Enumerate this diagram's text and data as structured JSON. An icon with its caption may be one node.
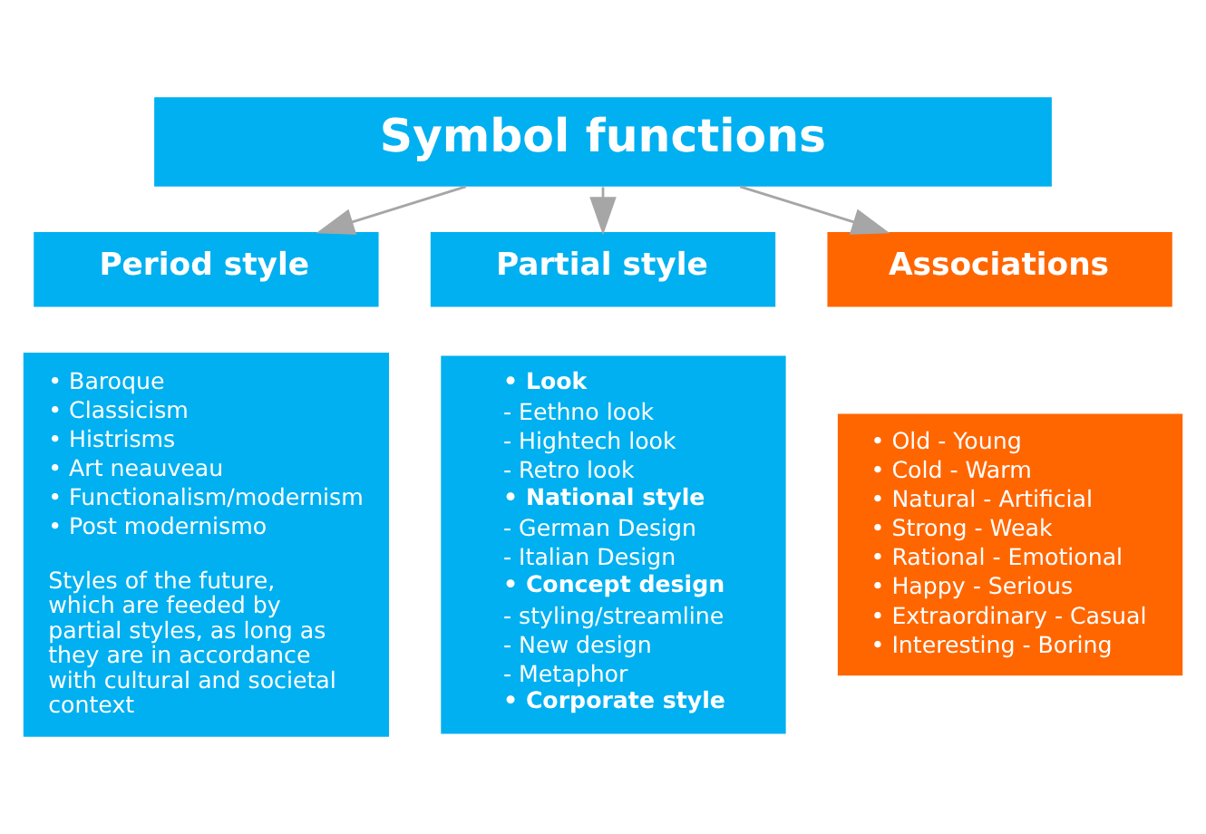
{
  "diagram": {
    "nodes": [
      {
        "text": [
          "Symbol functions"
        ]
      },
      {
        "text": [
          "Period style"
        ]
      },
      {
        "text": [
          "• Baroque",
          "• Classicism",
          "• Histrisms",
          "• Art neauveau",
          "• Functionalism/modernism",
          "• Post modernismo",
          "Styles of the future, which are feeded by partial styles, as long as they are in accordance with cultural and societal context"
        ]
      },
      {
        "text": [
          "Partial style"
        ]
      },
      {
        "text": [
          "• Look",
          "- Eethno look",
          "- Hightech look",
          "- Retro look",
          "• National style",
          "- German Design",
          "- Italian Design",
          "• Concept design",
          "- styling/streamline",
          "- New design",
          "- Metaphor",
          "• Corporate style"
        ]
      },
      {
        "text": [
          "Associations"
        ]
      },
      {
        "text": [
          "• Old - Young",
          "• Cold - Warm",
          "• Natural - Artificial",
          "• Strong - Weak",
          "• Rational - Emotional",
          "• Happy - Serious",
          "• Extraordinary - Casual",
          "• Interesting - Boring"
        ]
      }
    ],
    "edges": [
      {
        "from": 0,
        "to": 1,
        "arrow": "to"
      },
      {
        "from": 0,
        "to": 3,
        "arrow": "to"
      },
      {
        "from": 0,
        "to": 5,
        "arrow": "to"
      }
    ]
  }
}
